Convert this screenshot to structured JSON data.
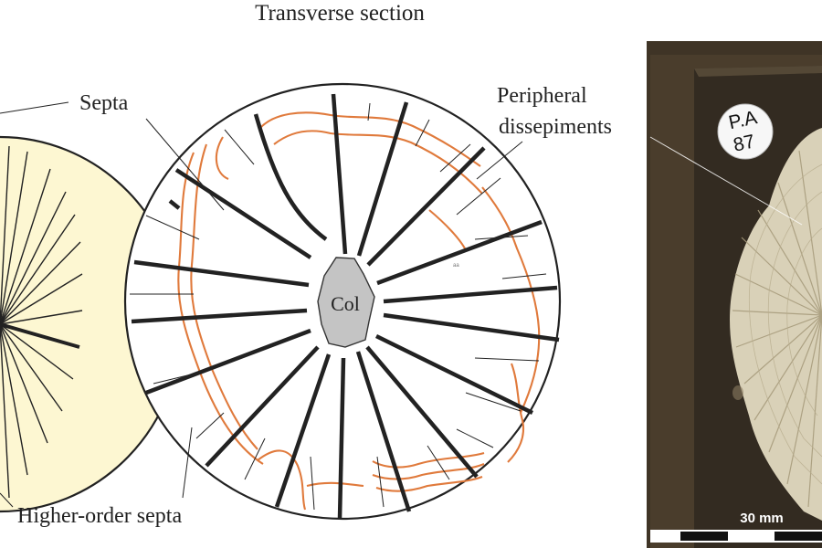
{
  "title": "Transverse section",
  "labels": {
    "septa": "Septa",
    "peripheral_line1": "Peripheral",
    "peripheral_line2": "dissepiments",
    "higher_order": "Higher-order septa",
    "columella": "Col",
    "specimen_tag_line1": "P.A",
    "specimen_tag_line2": "87",
    "scale": "30 mm",
    "tiny_mark": "aa"
  },
  "colors": {
    "septa": "#222222",
    "dissepiments": "#e07a3c",
    "columella_fill": "#c4c4c4",
    "left_section_fill": "#fdf7d2",
    "photo_background": "#3f3426",
    "specimen": "#d9d1b8"
  }
}
